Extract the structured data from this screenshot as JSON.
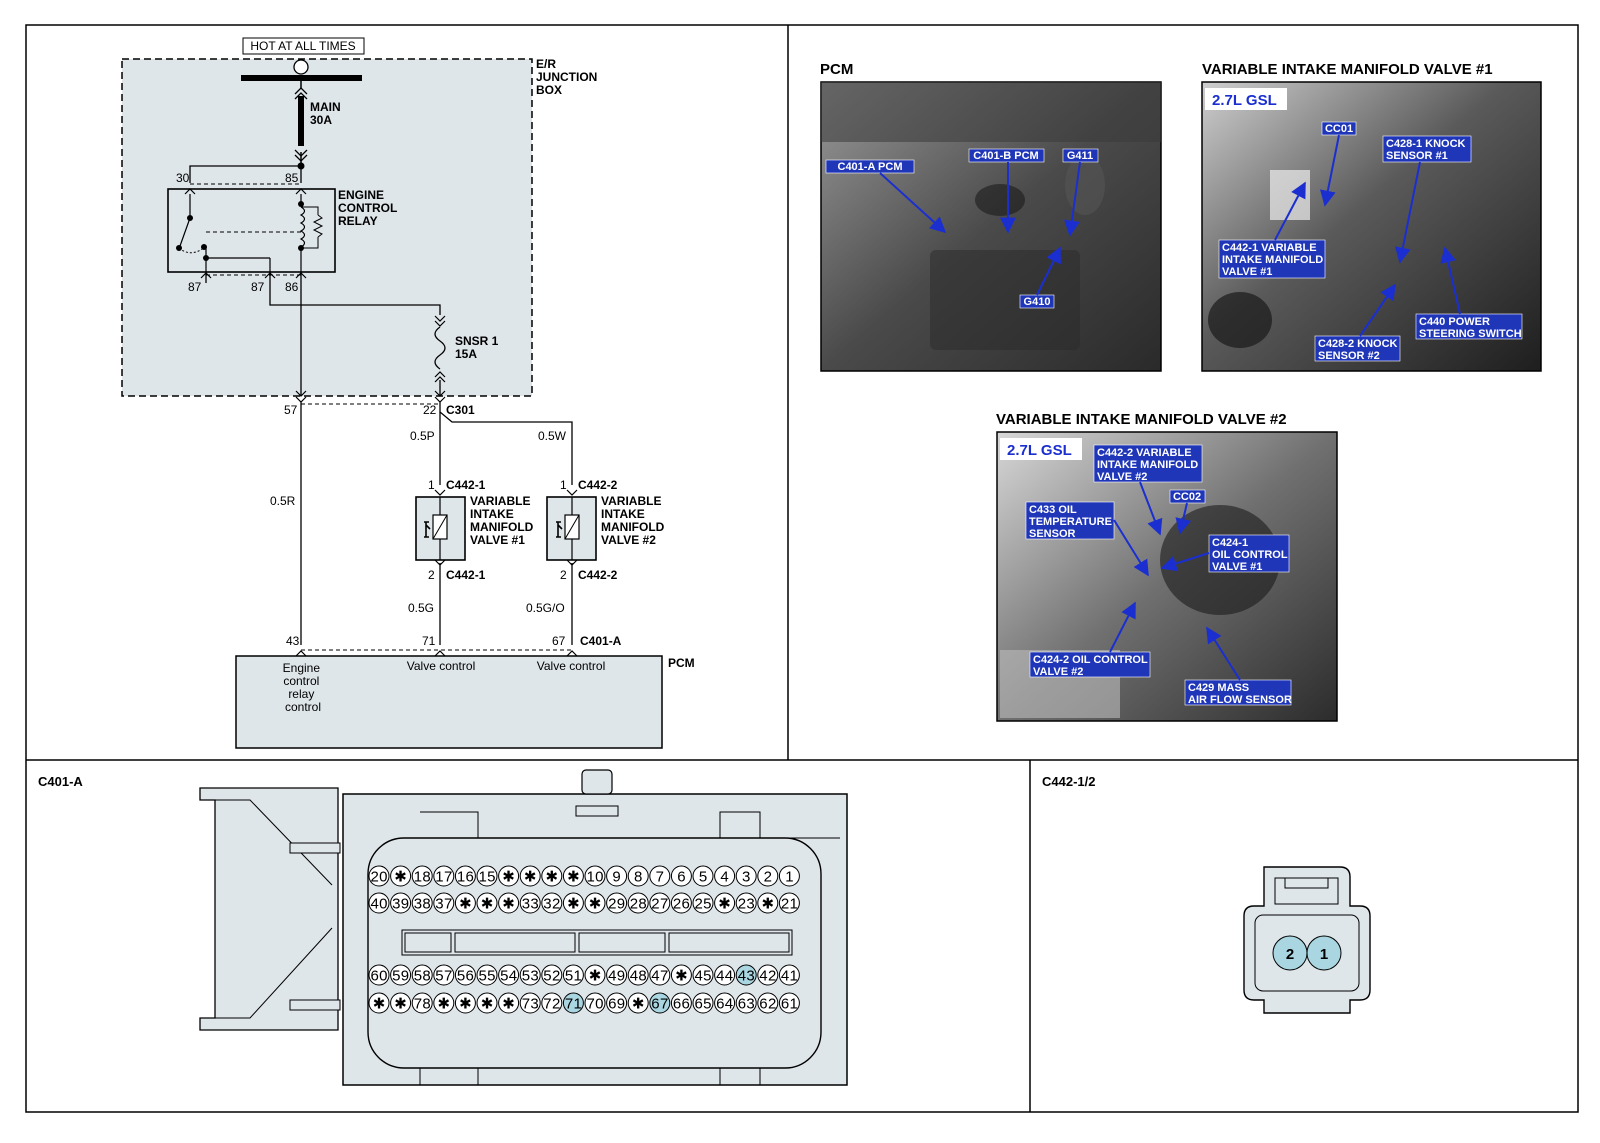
{
  "schematic": {
    "hot_label": "HOT AT ALL TIMES",
    "junction_box": [
      "E/R",
      "JUNCTION",
      "BOX"
    ],
    "main_fuse": [
      "MAIN",
      "30A"
    ],
    "relay_name": [
      "ENGINE",
      "CONTROL",
      "RELAY"
    ],
    "relay_pins": {
      "p30": "30",
      "p85": "85",
      "p87a": "87",
      "p87b": "87",
      "p86": "86"
    },
    "sensor_fuse": [
      "SNSR  1",
      "15A"
    ],
    "c301_pins": {
      "p57": "57",
      "p22": "22"
    },
    "c301": "C301",
    "wire_05p": "0.5P",
    "wire_05w": "0.5W",
    "wire_05r": "0.5R",
    "wire_05g": "0.5G",
    "wire_05go": "0.5G/O",
    "valve1": {
      "pin_top": "1",
      "conn_top": "C442-1",
      "pin_bottom": "2",
      "conn_bottom": "C442-1",
      "name": [
        "VARIABLE",
        "INTAKE",
        "MANIFOLD",
        "VALVE  #1"
      ]
    },
    "valve2": {
      "pin_top": "1",
      "conn_top": "C442-2",
      "pin_bottom": "2",
      "conn_bottom": "C442-2",
      "name": [
        "VARIABLE",
        "INTAKE",
        "MANIFOLD",
        "VALVE  #2"
      ]
    },
    "pcm_pins": {
      "p43": "43",
      "p71": "71",
      "p67": "67"
    },
    "pcm_conn": "C401-A",
    "pcm_name": "PCM",
    "pcm_functions": {
      "relay": [
        "Engine",
        "control",
        "relay",
        "control"
      ],
      "valve1": "Valve control",
      "valve2": "Valve control"
    }
  },
  "photos": {
    "pcm": {
      "title": "PCM",
      "callouts": [
        "C401-A PCM",
        "C401-B PCM",
        "G411",
        "G410"
      ]
    },
    "valve1": {
      "title": "VARIABLE INTAKE MANIFOLD VALVE #1",
      "engine": "2.7L GSL",
      "callouts": {
        "cc01": "CC01",
        "knock1": [
          "C428-1 KNOCK",
          "SENSOR #1"
        ],
        "vim1": [
          "C442-1 VARIABLE",
          "INTAKE MANIFOLD",
          "VALVE #1"
        ],
        "knock2": [
          "C428-2 KNOCK",
          "SENSOR #2"
        ],
        "power_steering": [
          "C440 POWER",
          "STEERING SWITCH"
        ]
      }
    },
    "valve2": {
      "title": "VARIABLE INTAKE MANIFOLD VALVE #2",
      "engine": "2.7L GSL",
      "callouts": {
        "vim2": [
          "C442-2 VARIABLE",
          "INTAKE MANIFOLD",
          "VALVE #2"
        ],
        "cc02": "CC02",
        "oil_temp": [
          "C433 OIL",
          "TEMPERATURE",
          "SENSOR"
        ],
        "ocv1": [
          "C424-1",
          "OIL CONTROL",
          "VALVE #1"
        ],
        "ocv2": [
          "C424-2 OIL CONTROL",
          "VALVE #2"
        ],
        "maf": [
          "C429 MASS",
          "AIR FLOW SENSOR"
        ]
      }
    }
  },
  "connector_c401a": {
    "label": "C401-A",
    "rows": [
      [
        "20",
        "*",
        "18",
        "17",
        "16",
        "15",
        "*",
        "*",
        "*",
        "*",
        "10",
        "9",
        "8",
        "7",
        "6",
        "5",
        "4",
        "3",
        "2",
        "1"
      ],
      [
        "40",
        "39",
        "38",
        "37",
        "*",
        "*",
        "*",
        "33",
        "32",
        "*",
        "*",
        "29",
        "28",
        "27",
        "26",
        "25",
        "*",
        "23",
        "*",
        "21"
      ],
      [
        "60",
        "59",
        "58",
        "57",
        "56",
        "55",
        "54",
        "53",
        "52",
        "51",
        "*",
        "49",
        "48",
        "47",
        "*",
        "45",
        "44",
        "43",
        "42",
        "41"
      ],
      [
        "*",
        "*",
        "78",
        "*",
        "*",
        "*",
        "*",
        "73",
        "72",
        "71",
        "70",
        "69",
        "*",
        "67",
        "66",
        "65",
        "64",
        "63",
        "62",
        "61"
      ]
    ],
    "highlighted": [
      "43",
      "71",
      "67"
    ],
    "highlight_color": "#a9d6e0"
  },
  "connector_c442": {
    "label": "C442-1/2",
    "pins": [
      "2",
      "1"
    ],
    "highlight_color": "#a9d6e0"
  }
}
